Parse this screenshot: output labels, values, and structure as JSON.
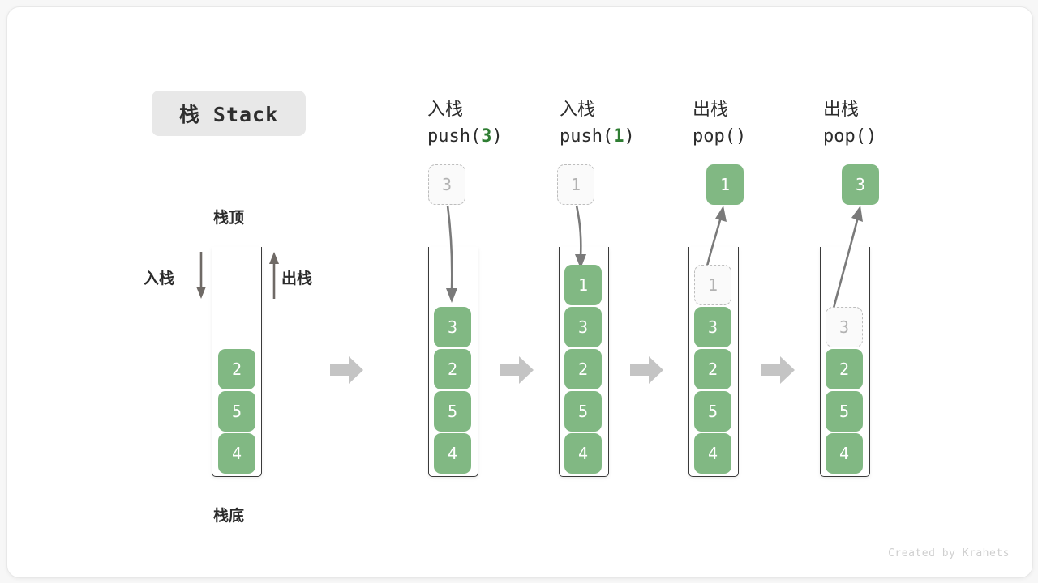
{
  "title_badge": "栈 Stack",
  "labels": {
    "top": "栈顶",
    "bottom": "栈底",
    "push": "入栈",
    "pop": "出栈"
  },
  "credit": "Created by Krahets",
  "colors": {
    "cell_fill": "#81b883",
    "cell_text": "#ffffff",
    "ghost_fill": "#fafafa",
    "ghost_border": "#bdbdbd",
    "ghost_text": "#b2b2b2",
    "arrow_gray": "#c4c4c4",
    "line_gray": "#6f6a66",
    "badge_bg": "#e8e8e8",
    "accent_green": "#2e7d32"
  },
  "operations": [
    {
      "cn": "入栈",
      "code_prefix": "push(",
      "code_arg": "3",
      "code_suffix": ")"
    },
    {
      "cn": "入栈",
      "code_prefix": "push(",
      "code_arg": "1",
      "code_suffix": ")"
    },
    {
      "cn": "出栈",
      "code_prefix": "pop(",
      "code_arg": "",
      "code_suffix": ")"
    },
    {
      "cn": "出栈",
      "code_prefix": "pop(",
      "code_arg": "",
      "code_suffix": ")"
    }
  ],
  "stacks": [
    {
      "name": "initial",
      "cells": [
        "2",
        "5",
        "4"
      ]
    },
    {
      "name": "after-push-3",
      "cells": [
        "3",
        "2",
        "5",
        "4"
      ]
    },
    {
      "name": "after-push-1",
      "cells": [
        "1",
        "3",
        "2",
        "5",
        "4"
      ]
    },
    {
      "name": "popping-1",
      "cells": [
        "3",
        "2",
        "5",
        "4"
      ],
      "ghost_top": "1"
    },
    {
      "name": "popping-3",
      "cells": [
        "2",
        "5",
        "4"
      ],
      "ghost_top": "3"
    }
  ],
  "floating_cells": [
    {
      "name": "incoming-3",
      "value": "3",
      "style": "ghost"
    },
    {
      "name": "incoming-1",
      "value": "1",
      "style": "ghost"
    },
    {
      "name": "popped-1",
      "value": "1",
      "style": "solid"
    },
    {
      "name": "popped-3",
      "value": "3",
      "style": "solid"
    }
  ]
}
